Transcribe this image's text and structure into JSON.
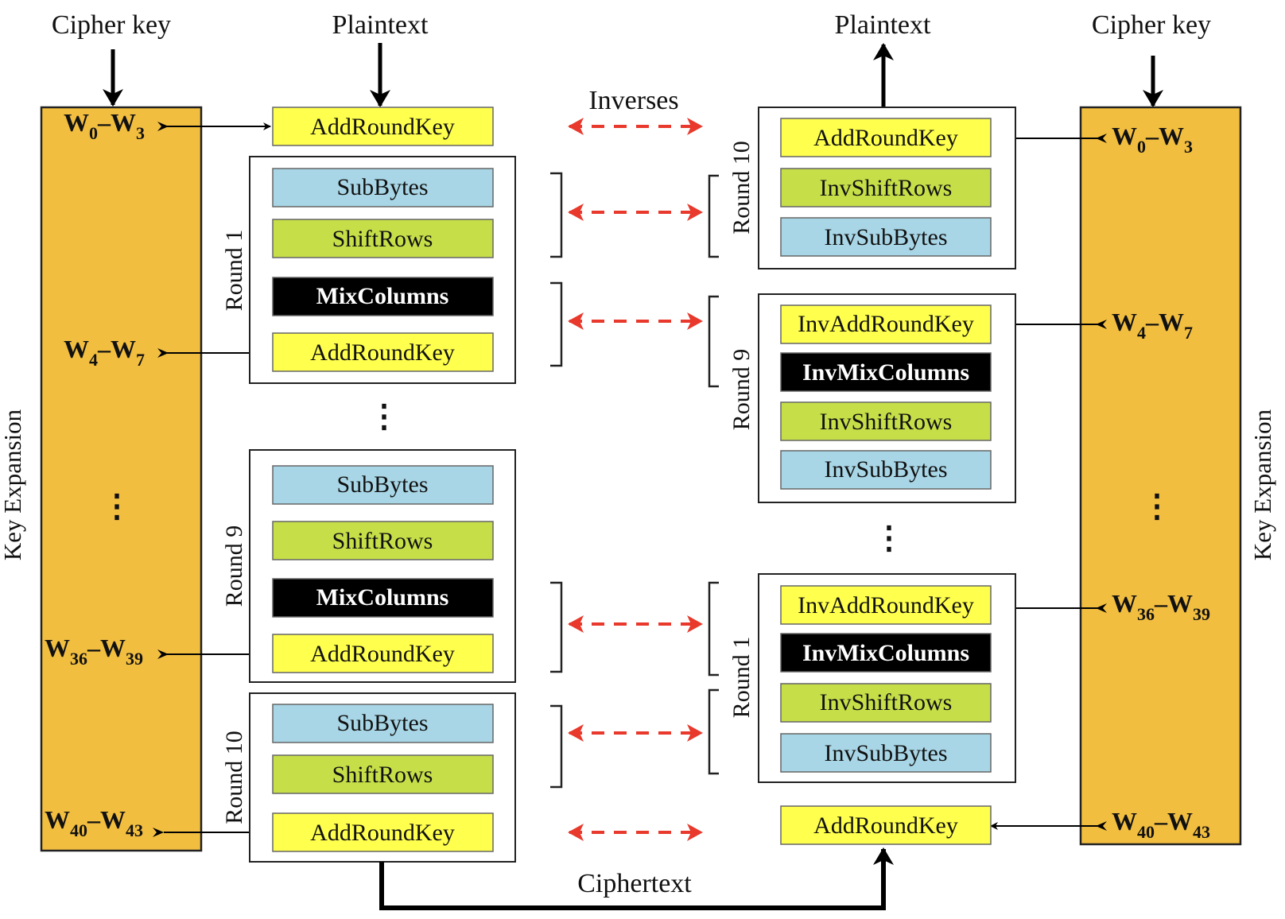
{
  "title": "AES cipher and inverse cipher",
  "colors": {
    "key_expansion": "#f2be40",
    "add_round_key": "#ffff4d",
    "sub_bytes": "#a8d6e6",
    "shift_rows": "#c6df48",
    "mix_columns": "#000000",
    "inverse_arrow": "#e8392c"
  },
  "labels": {
    "cipher_key_left": "Cipher key",
    "plaintext_left": "Plaintext",
    "plaintext_right": "Plaintext",
    "cipher_key_right": "Cipher key",
    "inverses": "Inverses",
    "ciphertext": "Ciphertext",
    "key_expansion_left": "Key Expansion",
    "key_expansion_right": "Key Expansion",
    "ellipsis": "⋮"
  },
  "keys": {
    "w0": {
      "a": "W",
      "a_sub": "0",
      "dash": "–",
      "b": "W",
      "b_sub": "3"
    },
    "w4": {
      "a": "W",
      "a_sub": "4",
      "dash": "–",
      "b": "W",
      "b_sub": "7"
    },
    "w36": {
      "a": "W",
      "a_sub": "36",
      "dash": "–",
      "b": "W",
      "b_sub": "39"
    },
    "w40": {
      "a": "W",
      "a_sub": "40",
      "dash": "–",
      "b": "W",
      "b_sub": "43"
    }
  },
  "cipher": {
    "initial": "AddRoundKey",
    "round1": {
      "label": "Round 1",
      "ops": [
        "SubBytes",
        "ShiftRows",
        "MixColumns",
        "AddRoundKey"
      ]
    },
    "round9": {
      "label": "Round 9",
      "ops": [
        "SubBytes",
        "ShiftRows",
        "MixColumns",
        "AddRoundKey"
      ]
    },
    "round10": {
      "label": "Round 10",
      "ops": [
        "SubBytes",
        "ShiftRows",
        "AddRoundKey"
      ]
    }
  },
  "inverse": {
    "round10": {
      "label": "Round 10",
      "ops": [
        "AddRoundKey",
        "InvShiftRows",
        "InvSubBytes"
      ]
    },
    "round9": {
      "label": "Round 9",
      "ops": [
        "InvAddRoundKey",
        "InvMixColumns",
        "InvShiftRows",
        "InvSubBytes"
      ]
    },
    "round1": {
      "label": "Round 1",
      "ops": [
        "InvAddRoundKey",
        "InvMixColumns",
        "InvShiftRows",
        "InvSubBytes"
      ]
    },
    "final": "AddRoundKey"
  }
}
